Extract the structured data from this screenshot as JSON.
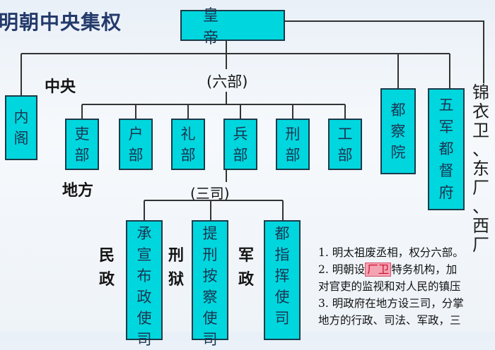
{
  "title": "明朝中央集权",
  "emperor": "皇 帝",
  "central_label": "中央",
  "six_ministries_label": "(六部)",
  "local_label": "地方",
  "three_offices_label": "(三司)",
  "neige": [
    "内",
    "阁"
  ],
  "ministries": [
    [
      "吏",
      "部"
    ],
    [
      "户",
      "部"
    ],
    [
      "礼",
      "部"
    ],
    [
      "兵",
      "部"
    ],
    [
      "刑",
      "部"
    ],
    [
      "工",
      "部"
    ]
  ],
  "duchayuan": [
    "都",
    "察",
    "院"
  ],
  "wujundudufu": [
    "五",
    "军",
    "都",
    "督",
    "府"
  ],
  "side_text": [
    "锦",
    "衣",
    "卫",
    "、",
    "东",
    "厂",
    "、",
    "西",
    "厂"
  ],
  "three_offices": [
    {
      "category": [
        "民",
        "政"
      ],
      "box": [
        "承",
        "宣",
        "布",
        "政",
        "使",
        "司"
      ]
    },
    {
      "category": [
        "刑",
        "狱"
      ],
      "box": [
        "提",
        "刑",
        "按",
        "察",
        "使",
        "司"
      ]
    },
    {
      "category": [
        "军",
        "政"
      ],
      "box": [
        "都",
        "指",
        "挥",
        "使",
        "司"
      ]
    }
  ],
  "notes": {
    "line1": "1. 明太祖废丞相，权分六部。",
    "line2_pre": "2. 明朝设",
    "line2_highlight": "厂卫",
    "line2_post": "特务机构，加",
    "line3": "对官吏的监视和对人民的镇压",
    "line4": "3. 明政府在地方设三司，分掌",
    "line5": "地方的行政、司法、军政，三"
  },
  "colors": {
    "box": "#00d6de",
    "border": "#1b3b4a",
    "title": "#243a6b",
    "highlight": "#f4a3b3"
  }
}
